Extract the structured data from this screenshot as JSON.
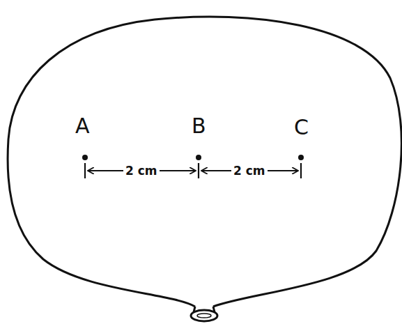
{
  "diagram": {
    "labels": [
      "A",
      "B",
      "C",
      "2 cm",
      "2 cm"
    ]
  }
}
